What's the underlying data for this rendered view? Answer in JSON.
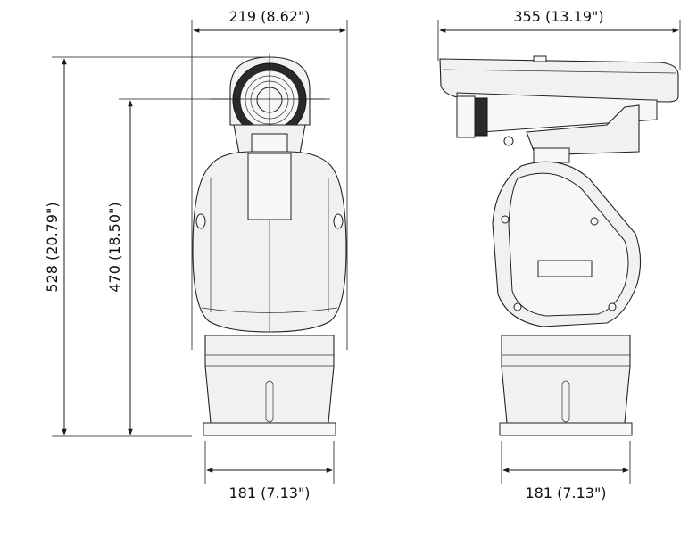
{
  "dimensions": {
    "front_width": "219 (8.62\")",
    "side_width": "355 (13.19\")",
    "total_height": "528 (20.79\")",
    "axis_height": "470 (18.50\")",
    "front_base_width": "181 (7.13\")",
    "side_base_width": "181 (7.13\")"
  },
  "colors": {
    "line": "#1a1a1a",
    "body": "#f1f1f1",
    "lens": "#2a2a2a"
  }
}
